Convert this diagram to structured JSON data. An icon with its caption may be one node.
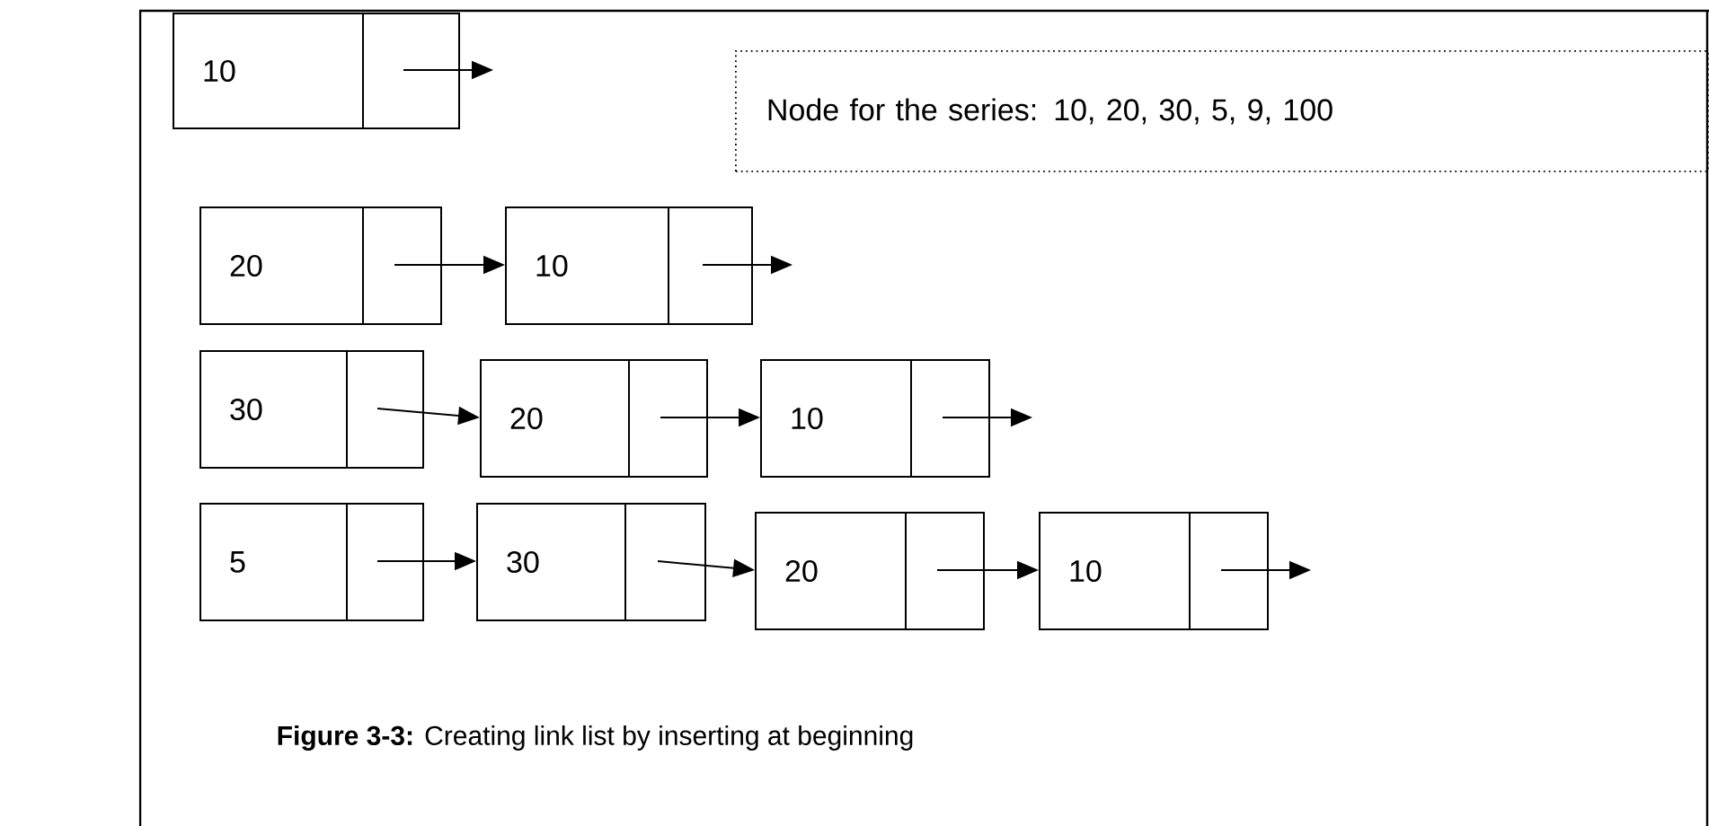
{
  "diagram": {
    "caption": "**Figure 3-3:** Creating link list by inserting at beginning",
    "nodes": [
      {
        "text": [
          "10"
        ]
      },
      {
        "text": [
          "20"
        ]
      },
      {
        "text": [
          "10"
        ]
      },
      {
        "text": [
          "30"
        ]
      },
      {
        "text": [
          "20"
        ]
      },
      {
        "text": [
          "10"
        ]
      },
      {
        "text": [
          "5"
        ]
      },
      {
        "text": [
          "30"
        ]
      },
      {
        "text": [
          "20"
        ]
      },
      {
        "text": [
          "10"
        ]
      },
      {
        "text": [
          "Node for the series: 10, 20, 30, 5, 9, 100"
        ]
      }
    ],
    "edges": [
      {
        "from": 0,
        "to": null,
        "arrow": "to"
      },
      {
        "from": 1,
        "to": 2,
        "arrow": "to"
      },
      {
        "from": 2,
        "to": null,
        "arrow": "to"
      },
      {
        "from": 3,
        "to": 4,
        "arrow": "to"
      },
      {
        "from": 4,
        "to": 5,
        "arrow": "to"
      },
      {
        "from": 5,
        "to": null,
        "arrow": "to"
      },
      {
        "from": 6,
        "to": 7,
        "arrow": "to"
      },
      {
        "from": 7,
        "to": 8,
        "arrow": "to"
      },
      {
        "from": 8,
        "to": 9,
        "arrow": "to"
      },
      {
        "from": 9,
        "to": null,
        "arrow": "to"
      }
    ]
  }
}
